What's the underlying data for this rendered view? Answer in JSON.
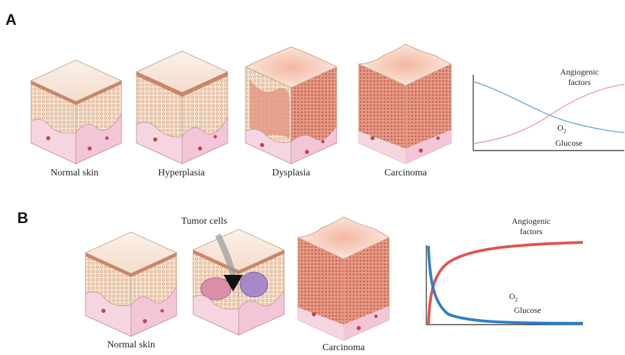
{
  "panel_a": {
    "letter": "A",
    "captions": [
      "Normal skin",
      "Hyperplasia",
      "Dysplasia",
      "Carcinoma"
    ],
    "graph": {
      "label_angiogenic_line1": "Angiogenic",
      "label_angiogenic_line2": "factors",
      "label_o2_main": "O",
      "label_o2_sub": "2",
      "label_glucose": "Glucose",
      "curve_angiogenic_color": "#e8a0b4",
      "curve_o2_color": "#6aaed6"
    }
  },
  "panel_b": {
    "letter": "B",
    "captions": [
      "Normal skin",
      "Carcinoma"
    ],
    "tumor_label": "Tumor cells",
    "graph": {
      "label_angiogenic_line1": "Angiogenic",
      "label_angiogenic_line2": "factors",
      "label_o2_main": "O",
      "label_o2_sub": "2",
      "label_glucose": "Glucose",
      "curve_angiogenic_color": "#e5534b",
      "curve_o2_color": "#2f7fc6"
    }
  }
}
